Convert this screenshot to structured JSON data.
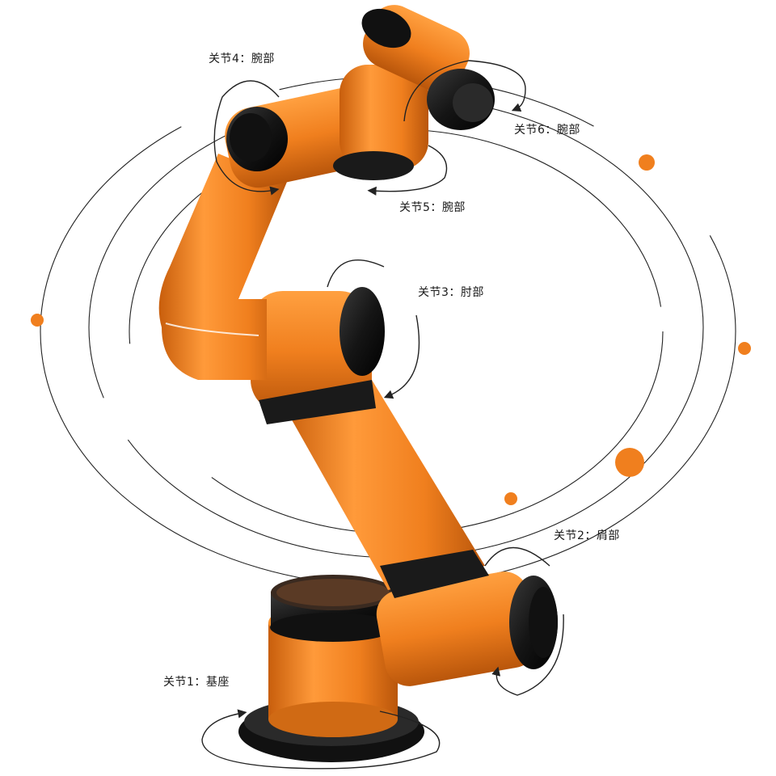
{
  "labels": {
    "joint1": "关节1：基座",
    "joint2": "关节2：肩部",
    "joint3": "关节3：肘部",
    "joint4": "关节4：腕部",
    "joint5": "关节5：腕部",
    "joint6": "关节6：腕部"
  },
  "colors": {
    "arm_orange": "#f07f1e",
    "arm_highlight": "#ffa040",
    "arm_shadow": "#c45f0c",
    "joint_black": "#1c1c1c",
    "dot_orange": "#f07f1e",
    "orbit_line": "#222222"
  }
}
